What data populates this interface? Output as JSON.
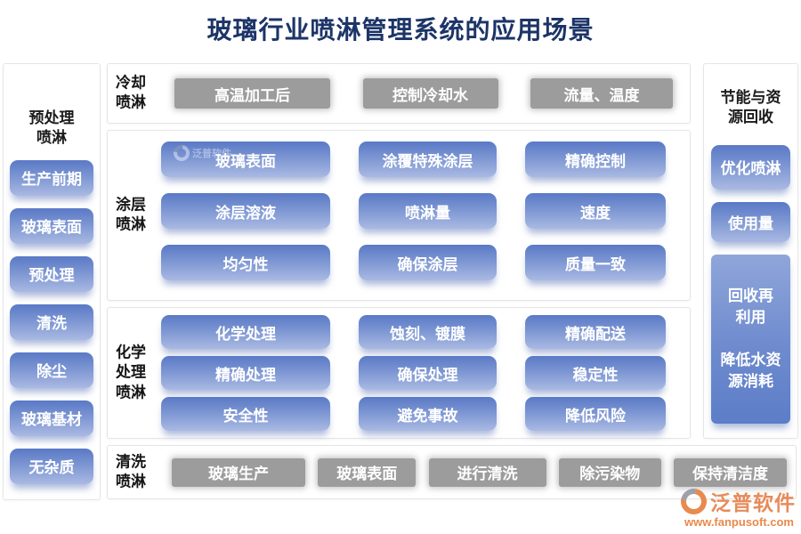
{
  "title": "玻璃行业喷淋管理系统的应用场景",
  "colors": {
    "title_navy": "#1c3467",
    "node_blue_top": "#5a79c6",
    "node_blue_bottom": "#a9b9e2",
    "node_gray": "#9c9c9c",
    "logo_orange": "#e8813f"
  },
  "left_panel": {
    "label": "预处理\n喷淋",
    "items": [
      "生产前期",
      "玻璃表面",
      "预处理",
      "清洗",
      "除尘",
      "玻璃基材",
      "无杂质"
    ]
  },
  "cooling": {
    "label": "冷却\n喷淋",
    "items": [
      "高温加工后",
      "控制冷却水",
      "流量、温度"
    ]
  },
  "coating": {
    "label": "涂层\n喷淋",
    "rows": [
      [
        "玻璃表面",
        "涂覆特殊涂层",
        "精确控制"
      ],
      [
        "涂层溶液",
        "喷淋量",
        "速度"
      ],
      [
        "均匀性",
        "确保涂层",
        "质量一致"
      ]
    ]
  },
  "chemical": {
    "label": "化学\n处理\n喷淋",
    "rows": [
      [
        "化学处理",
        "蚀刻、镀膜",
        "精确配送"
      ],
      [
        "精确处理",
        "确保处理",
        "稳定性"
      ],
      [
        "安全性",
        "避免事故",
        "降低风险"
      ]
    ]
  },
  "cleaning": {
    "label": "清洗\n喷淋",
    "items": [
      "玻璃生产",
      "玻璃表面",
      "进行清洗",
      "除污染物",
      "保持清洁度"
    ]
  },
  "right_panel": {
    "label": "节能与资\n源回收",
    "items": [
      "优化喷淋",
      "使用量"
    ],
    "tall_item": "回收再\n利用\n\n降低水资\n源消耗"
  },
  "branding": {
    "name": "泛普软件",
    "url": "www.fanpusoft.com"
  }
}
